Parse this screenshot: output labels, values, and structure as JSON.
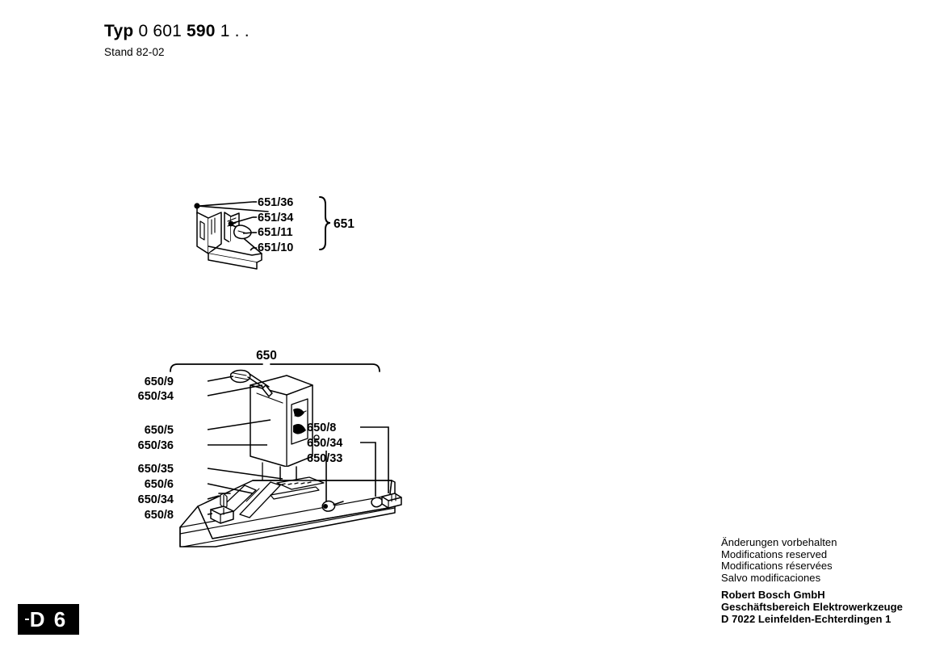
{
  "header": {
    "type_prefix": "Typ",
    "type_num_a": "0 601",
    "type_num_b": "590",
    "type_num_c": "1 . .",
    "stand": "Stand 82-02"
  },
  "assembly_651": {
    "group_label": "651",
    "labels": [
      "651/36",
      "651/34",
      "651/11",
      "651/10"
    ]
  },
  "assembly_650": {
    "group_label": "650",
    "labels_left": [
      "650/9",
      "650/34",
      "650/5",
      "650/36",
      "650/35",
      "650/6",
      "650/34",
      "650/8"
    ],
    "labels_right": [
      "650/8",
      "650/34",
      "650/33"
    ]
  },
  "footer": {
    "notices": [
      "Änderungen vorbehalten",
      "Modifications reserved",
      "Modifications réservées",
      "Salvo modificaciones"
    ],
    "company": [
      "Robert Bosch GmbH",
      "Geschäftsbereich Elektrowerkzeuge",
      "D 7022 Leinfelden-Echterdingen 1"
    ]
  },
  "page_badge": {
    "label": "D 6"
  }
}
